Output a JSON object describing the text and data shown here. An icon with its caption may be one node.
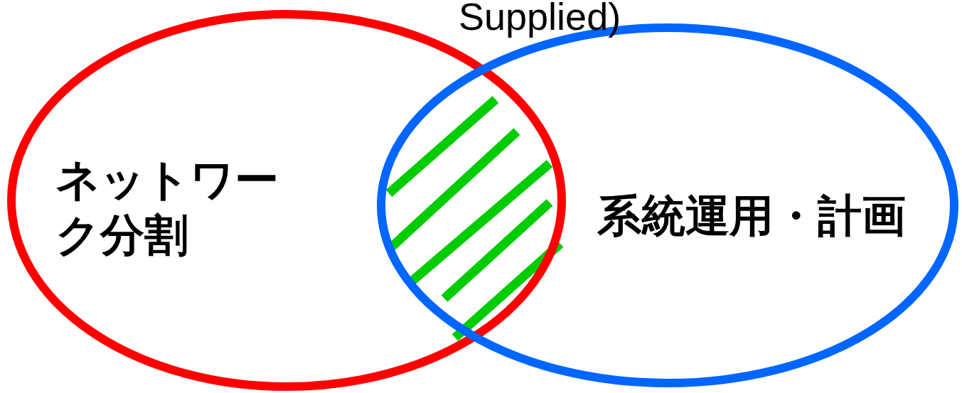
{
  "diagram": {
    "nodes": [
      {
        "text": [
          "ネットワーク分割"
        ]
      },
      {
        "text": [
          "系統運用・計画"
        ]
      }
    ],
    "labels": [
      "Supplied)"
    ]
  }
}
